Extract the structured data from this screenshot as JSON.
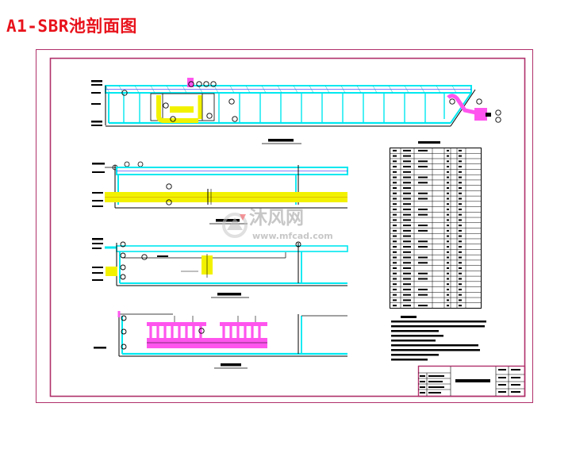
{
  "page_title": "A1-SBR池剖面图",
  "watermark": {
    "brand_cn": "沐风网",
    "site": "www.mfcad.com"
  },
  "colors": {
    "title_red": "#e8121b",
    "frame_magenta": "#b0306a",
    "wall_cyan": "#00e8f0",
    "pipe_yellow": "#f2f200",
    "pipe_magenta": "#ff55ee",
    "line_blue": "#0000ff",
    "line_green": "#009a3a",
    "ink_black": "#000000"
  },
  "icons": {
    "watermark_logo": "mfcad-logo-icon"
  }
}
